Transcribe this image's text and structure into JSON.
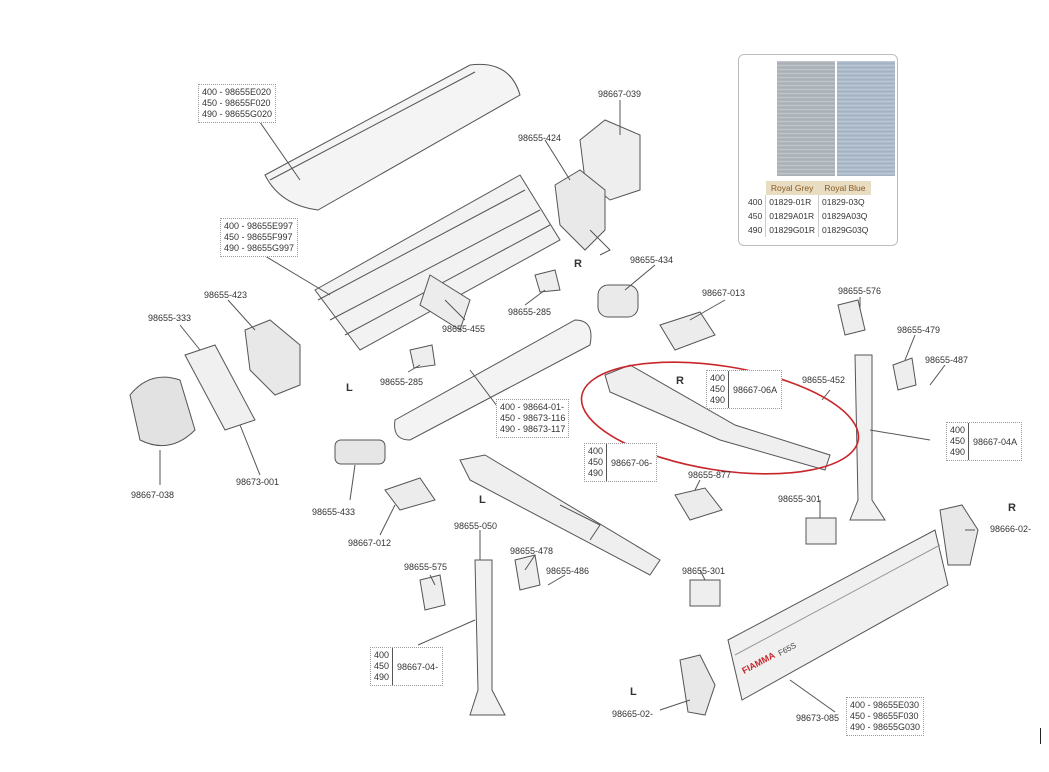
{
  "labels": {
    "l_98667_039": "98667-039",
    "l_98655_424": "98655-424",
    "l_98655_434": "98655-434",
    "l_98667_013": "98667-013",
    "l_98655_576": "98655-576",
    "l_98655_479": "98655-479",
    "l_98655_487": "98655-487",
    "l_98655_452": "98655-452",
    "l_98655_423": "98655-423",
    "l_98655_333": "98655-333",
    "l_98655_455": "98655-455",
    "l_98655_285a": "98655-285",
    "l_98655_285b": "98655-285",
    "l_98667_038": "98667-038",
    "l_98673_001": "98673-001",
    "l_98655_433": "98655-433",
    "l_98667_012": "98667-012",
    "l_98655_050": "98655-050",
    "l_98655_478": "98655-478",
    "l_98655_486": "98655-486",
    "l_98655_575": "98655-575",
    "l_98655_877": "98655-877",
    "l_98655_301a": "98655-301",
    "l_98655_301b": "98655-301",
    "l_98666_02": "98666-02-",
    "l_98665_02": "98665-02-",
    "l_98673_085": "98673-085"
  },
  "sides": {
    "r1": "R",
    "l1": "L",
    "r2": "R",
    "l2": "L",
    "r3": "R",
    "l3": "L"
  },
  "boxes": {
    "b1": [
      "400 - 98655E020",
      "450 - 98655F020",
      "490 - 98655G020"
    ],
    "b2": [
      "400 - 98655E997",
      "450 - 98655F997",
      "490 - 98655G997"
    ],
    "b3": [
      "400 - 98664-01-",
      "450 - 98673-116",
      "490 - 98673-117"
    ],
    "b4": [
      "400 - 98655E030",
      "450 - 98655F030",
      "490 - 98655G030"
    ]
  },
  "size_boxes": {
    "s1": {
      "sizes": [
        "400",
        "450",
        "490"
      ],
      "code": "98667-06A"
    },
    "s2": {
      "sizes": [
        "400",
        "450",
        "490"
      ],
      "code": "98667-06-"
    },
    "s3": {
      "sizes": [
        "400",
        "450",
        "490"
      ],
      "code": "98667-04A"
    },
    "s4": {
      "sizes": [
        "400",
        "450",
        "490"
      ],
      "code": "98667-04-"
    }
  },
  "fabric_table": {
    "headers": [
      "Royal Grey",
      "Royal Blue"
    ],
    "rows": [
      [
        "400",
        "01829-01R",
        "01829-03Q"
      ],
      [
        "450",
        "01829A01R",
        "01829A03Q"
      ],
      [
        "490",
        "01829G01R",
        "01829G03Q"
      ]
    ]
  },
  "brand_text": "FIAMMA",
  "model_text": "F65S",
  "colors": {
    "highlight": "#c8262b",
    "line": "#555555",
    "fill": "#f2f2f2"
  }
}
